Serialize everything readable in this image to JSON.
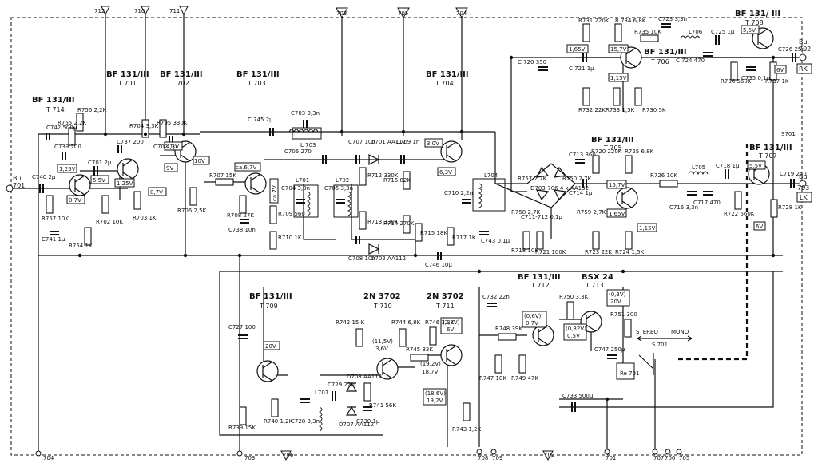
{
  "transistors": [
    {
      "id": "t714",
      "type": "BF 131/III",
      "ref": "T 714"
    },
    {
      "id": "t701",
      "type": "BF 131/III",
      "ref": "T 701"
    },
    {
      "id": "t702",
      "type": "BF 131/III",
      "ref": "T 702"
    },
    {
      "id": "t703",
      "type": "BF 131/III",
      "ref": "T 703"
    },
    {
      "id": "t704",
      "type": "BF 131/III",
      "ref": "T 704"
    },
    {
      "id": "t705",
      "type": "BF 131/III",
      "ref": "T 705"
    },
    {
      "id": "t706",
      "type": "BF 131/III",
      "ref": "T 706"
    },
    {
      "id": "t707",
      "type": "BF 131/III",
      "ref": "T 707"
    },
    {
      "id": "t708",
      "type": "BF 131/ III",
      "ref": "T 708"
    },
    {
      "id": "t709",
      "type": "BF 131/III",
      "ref": "T 709"
    },
    {
      "id": "t710",
      "type": "2N 3702",
      "ref": "T 710"
    },
    {
      "id": "t711",
      "type": "2N 3702",
      "ref": "T 711"
    },
    {
      "id": "t712",
      "type": "BF 131/III",
      "ref": "T 712"
    },
    {
      "id": "t713",
      "type": "BSX 24",
      "ref": "T 713"
    }
  ],
  "connectors": {
    "bu701": [
      "Bu",
      "701"
    ],
    "bu702": [
      "Bu",
      "702"
    ],
    "bu703": [
      "Bu",
      "703"
    ],
    "rk": "RK",
    "lk": "LK"
  },
  "test_points": [
    "712",
    "710",
    "711",
    "703",
    "705",
    "704",
    "704",
    "703",
    "706",
    "708",
    "709",
    "702",
    "701",
    "707",
    "706",
    "705"
  ],
  "voltages": {
    "t714_b": "1,25V",
    "t714_e": "0,7V",
    "t701_c": "5,5V",
    "t701_b": "1,25V",
    "t701_e": "0,7V",
    "t702_c": "4,3V",
    "t702_b": "9V",
    "t702_e": "10V",
    "t703_c": "ca.6,7V",
    "t703_e": "ca.7V",
    "t704_b": "3,0V",
    "t704_e": "6,3V",
    "t706_b": "1,65V",
    "t706_c": "15,7V",
    "t706_e": "1,15V",
    "t708_c": "5,5V",
    "t708_e": "6V",
    "t705_c": "15,7V",
    "t705_b": "1,65V",
    "t705_e": "1,15V",
    "t707_c": "5,5V",
    "t707_e": "6V",
    "t709": "20V",
    "t710_b": "(11,5V)",
    "t710_b2": "3,6V",
    "t711_b": "(2,2V)",
    "t711_b2": "6V",
    "t711_c": "(19,2V)",
    "t711_c2": "18,7V",
    "t711_e": "(18,6V)",
    "t711_e2": "19,2V",
    "t712_b": "(0,6V)",
    "t712_b2": "0,7V",
    "t713_b": "(0,82V)",
    "t713_b2": "0,5V",
    "t713_c": "(0,3V)",
    "t713_c2": "20V"
  },
  "components": [
    {
      "id": "c742",
      "text": "C742 500μ"
    },
    {
      "id": "r756",
      "text": "R756 2,2K"
    },
    {
      "id": "r755",
      "text": "R755 2,2K"
    },
    {
      "id": "c739",
      "text": "C739 200"
    },
    {
      "id": "c740",
      "text": "C740 2μ"
    },
    {
      "id": "c701",
      "text": "C701 2μ"
    },
    {
      "id": "r757a",
      "text": "R757 10K"
    },
    {
      "id": "r754",
      "text": "R754 1K"
    },
    {
      "id": "c741",
      "text": "C741 1μ"
    },
    {
      "id": "c737",
      "text": "C737 200"
    },
    {
      "id": "r704",
      "text": "R704 3,3K"
    },
    {
      "id": "r705",
      "text": "R705 330K"
    },
    {
      "id": "c702",
      "text": "C702 1μ"
    },
    {
      "id": "r702",
      "text": "R702 10K"
    },
    {
      "id": "r703",
      "text": "R703 1K"
    },
    {
      "id": "r706",
      "text": "R706 2,5K"
    },
    {
      "id": "c745",
      "text": "C 745 2μ"
    },
    {
      "id": "c703",
      "text": "C703 3,3n"
    },
    {
      "id": "l703",
      "text": "L 703"
    },
    {
      "id": "c706",
      "text": "C706 270"
    },
    {
      "id": "r707",
      "text": "R707 15K"
    },
    {
      "id": "r708",
      "text": "R708 27K"
    },
    {
      "id": "c738",
      "text": "C738 10n"
    },
    {
      "id": "r709",
      "text": "R709 560"
    },
    {
      "id": "r710",
      "text": "R710 1K"
    },
    {
      "id": "c704",
      "text": "C704 3,3n"
    },
    {
      "id": "l701",
      "text": "L701"
    },
    {
      "id": "c705",
      "text": "C705 3,3n"
    },
    {
      "id": "l702",
      "text": "L702"
    },
    {
      "id": "c707",
      "text": "C707 10n"
    },
    {
      "id": "d701",
      "text": "D701 AA112"
    },
    {
      "id": "c709",
      "text": "C709 1n"
    },
    {
      "id": "r712",
      "text": "R712 330K"
    },
    {
      "id": "r713",
      "text": "R713 330K"
    },
    {
      "id": "c708",
      "text": "C708 10n"
    },
    {
      "id": "d702",
      "text": "D702 AA112"
    },
    {
      "id": "r716",
      "text": "R716 82K"
    },
    {
      "id": "r714",
      "text": "R714 270K"
    },
    {
      "id": "r715",
      "text": "R715 18K"
    },
    {
      "id": "c746",
      "text": "C746 10μ"
    },
    {
      "id": "r717",
      "text": "R717 1K"
    },
    {
      "id": "c710",
      "text": "C710 2,2n"
    },
    {
      "id": "l704",
      "text": "L704"
    },
    {
      "id": "c743",
      "text": "C743 0,1μ"
    },
    {
      "id": "r718",
      "text": "R718 10K"
    },
    {
      "id": "r721",
      "text": "R721 100K"
    },
    {
      "id": "r757",
      "text": "R757 2,7K"
    },
    {
      "id": "r750",
      "text": "R750 2,7K"
    },
    {
      "id": "r758",
      "text": "R758 2,7K"
    },
    {
      "id": "r759",
      "text": "R759 2,7K"
    },
    {
      "id": "d703",
      "text": "D703-706 4 x AA132"
    },
    {
      "id": "c711",
      "text": "C711-712 0,1μ"
    },
    {
      "id": "c720",
      "text": "C 720 350"
    },
    {
      "id": "c721",
      "text": "C 721 1μ"
    },
    {
      "id": "r731",
      "text": "R731 220K"
    },
    {
      "id": "r732",
      "text": "R732 22K"
    },
    {
      "id": "r733",
      "text": "R733 1,5K"
    },
    {
      "id": "r734",
      "text": "R 734 6,8K"
    },
    {
      "id": "r735",
      "text": "R735 10K"
    },
    {
      "id": "r730",
      "text": "R730 5K"
    },
    {
      "id": "c723",
      "text": "C723 3,3n"
    },
    {
      "id": "l706",
      "text": "L706"
    },
    {
      "id": "c724",
      "text": "C 724 470"
    },
    {
      "id": "c725",
      "text": "C725 1μ"
    },
    {
      "id": "r736",
      "text": "R736 560K"
    },
    {
      "id": "c735",
      "text": "C735 0,1μ"
    },
    {
      "id": "r737",
      "text": "R737 1K"
    },
    {
      "id": "c726",
      "text": "C726 25μ"
    },
    {
      "id": "c713",
      "text": "C713 360"
    },
    {
      "id": "r720",
      "text": "R720 220K"
    },
    {
      "id": "c714",
      "text": "C714 1μ"
    },
    {
      "id": "r725",
      "text": "R725 6,8K"
    },
    {
      "id": "r726",
      "text": "R726 10K"
    },
    {
      "id": "l705",
      "text": "L705"
    },
    {
      "id": "c716",
      "text": "C716 3,3n"
    },
    {
      "id": "c717",
      "text": "C717 470"
    },
    {
      "id": "c718",
      "text": "C718 1μ"
    },
    {
      "id": "r722",
      "text": "R722 560K"
    },
    {
      "id": "c719",
      "text": "C719 25μ"
    },
    {
      "id": "r728",
      "text": "R728 1K"
    },
    {
      "id": "r723",
      "text": "R723 22K"
    },
    {
      "id": "r724",
      "text": "R724 1,5K"
    },
    {
      "id": "c727",
      "text": "C727 100"
    },
    {
      "id": "r739",
      "text": "R739 15K"
    },
    {
      "id": "r740",
      "text": "R740 1,2K"
    },
    {
      "id": "c728",
      "text": "C728 3,3n"
    },
    {
      "id": "l707",
      "text": "L707"
    },
    {
      "id": "c729",
      "text": "C729 22n"
    },
    {
      "id": "d708",
      "text": "D708 AA112"
    },
    {
      "id": "d707",
      "text": "D707 AA112"
    },
    {
      "id": "c730",
      "text": "C730 1μ"
    },
    {
      "id": "r741",
      "text": "R741 56K"
    },
    {
      "id": "r742",
      "text": "R742 15 K"
    },
    {
      "id": "r744",
      "text": "R744 6,8K"
    },
    {
      "id": "r745",
      "text": "R745 33K"
    },
    {
      "id": "r746",
      "text": "R746 3,3K"
    },
    {
      "id": "r743",
      "text": "R743 1,2K"
    },
    {
      "id": "c732",
      "text": "C732 22n"
    },
    {
      "id": "r748",
      "text": "R748 39K"
    },
    {
      "id": "r747",
      "text": "R747 10K"
    },
    {
      "id": "r749",
      "text": "R749 47K"
    },
    {
      "id": "r750b",
      "text": "R750 3,3K"
    },
    {
      "id": "r751",
      "text": "R751 300"
    },
    {
      "id": "c747",
      "text": "C747 250μ"
    },
    {
      "id": "re701",
      "text": "Re 701"
    },
    {
      "id": "c733",
      "text": "C733 500μ"
    },
    {
      "id": "s701",
      "text": "S701"
    },
    {
      "id": "s701b",
      "text": "S 701"
    }
  ],
  "switch_labels": {
    "stereo": "STEREO",
    "mono": "MONO"
  }
}
